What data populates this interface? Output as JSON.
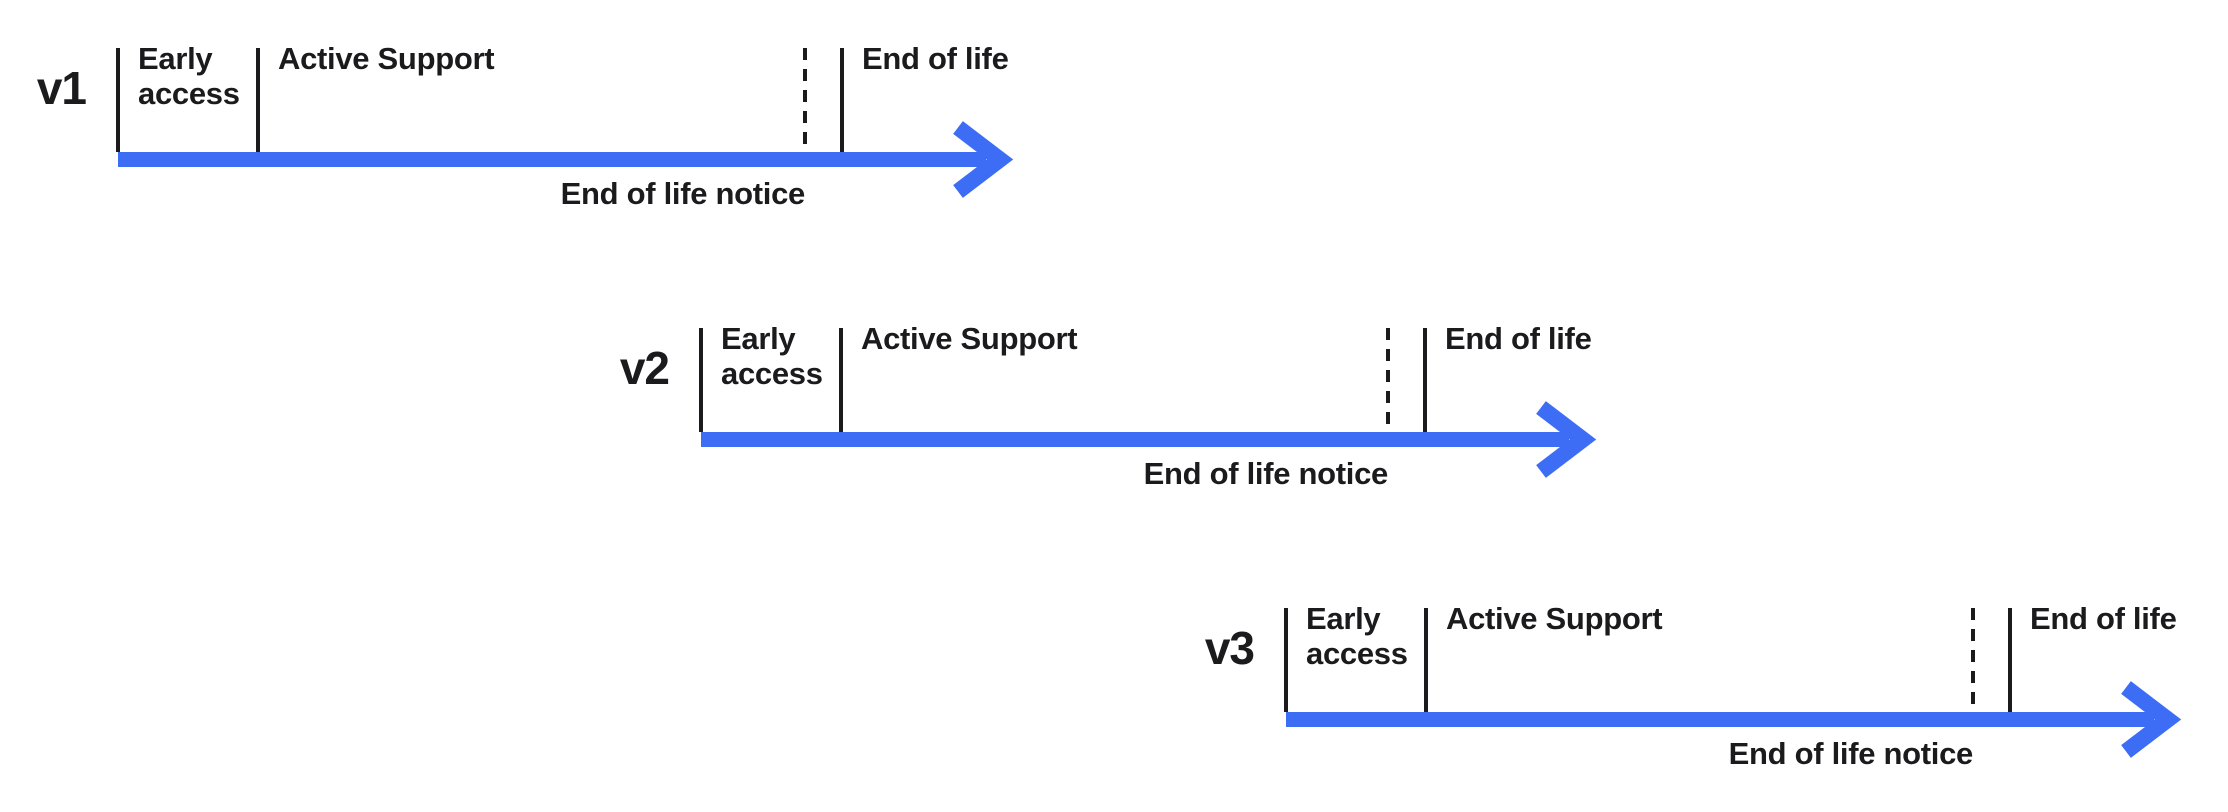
{
  "diagram": {
    "description": "Version release lifecycle timelines",
    "colors": {
      "arrow": "#3D6DF5",
      "line": "#1B1B1D",
      "text": "#1C1C1E",
      "background": "#FFFFFF"
    },
    "phase_labels": {
      "early_access": "Early access",
      "active_support": "Active Support",
      "end_of_life": "End of life",
      "end_of_life_notice": "End of life notice"
    },
    "rows": [
      {
        "version": "v1",
        "early_access": "Early access",
        "active_support": "Active Support",
        "end_of_life": "End of life",
        "end_of_life_notice": "End of life notice"
      },
      {
        "version": "v2",
        "early_access": "Early access",
        "active_support": "Active Support",
        "end_of_life": "End of life",
        "end_of_life_notice": "End of life notice"
      },
      {
        "version": "v3",
        "early_access": "Early access",
        "active_support": "Active Support",
        "end_of_life": "End of life",
        "end_of_life_notice": "End of life notice"
      }
    ]
  }
}
